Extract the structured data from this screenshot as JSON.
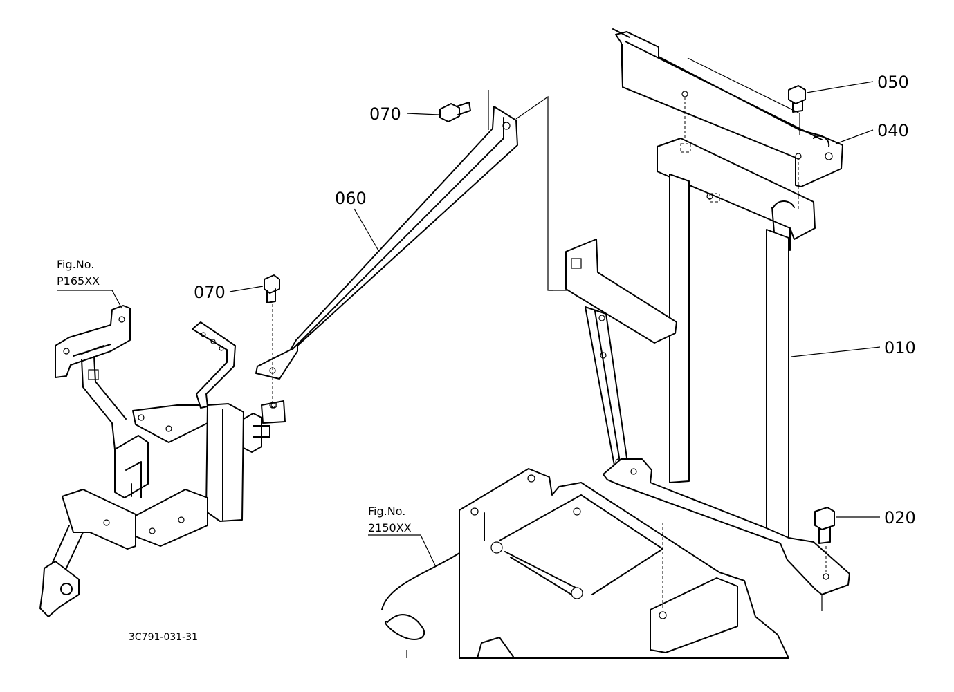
{
  "labels": {
    "p010": "010",
    "p020": "020",
    "p040": "040",
    "p050": "050",
    "p060": "060",
    "p070_top": "070",
    "p070_mid": "070"
  },
  "figure_refs": {
    "left": {
      "line1": "Fig.No.",
      "line2": "P165XX"
    },
    "bottom": {
      "line1": "Fig.No.",
      "line2": "2150XX"
    }
  },
  "drawing_code": "3C791-031-31"
}
